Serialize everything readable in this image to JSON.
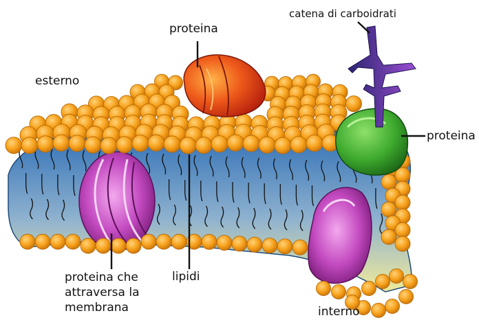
{
  "labels": {
    "outside": "esterno",
    "protein_top": "proteina",
    "carb_chain": "catena di carboidrati",
    "protein_right": "proteina",
    "transmembrane": "proteina che\nattraversa la\nmembrana",
    "lipids": "lipidi",
    "inside": "interno"
  },
  "colors": {
    "lipid_head": "#f7a21c",
    "lipid_head_edge": "#b86a05",
    "membrane_core_top": "#2f6fb6",
    "membrane_core_bottom": "#f0ea9a",
    "transmembrane_protein": "#c34ac0",
    "peripheral_protein_top": "#e8461a",
    "glycoprotein": "#3eaa2e",
    "carbohydrate": "#3f2a8a"
  }
}
